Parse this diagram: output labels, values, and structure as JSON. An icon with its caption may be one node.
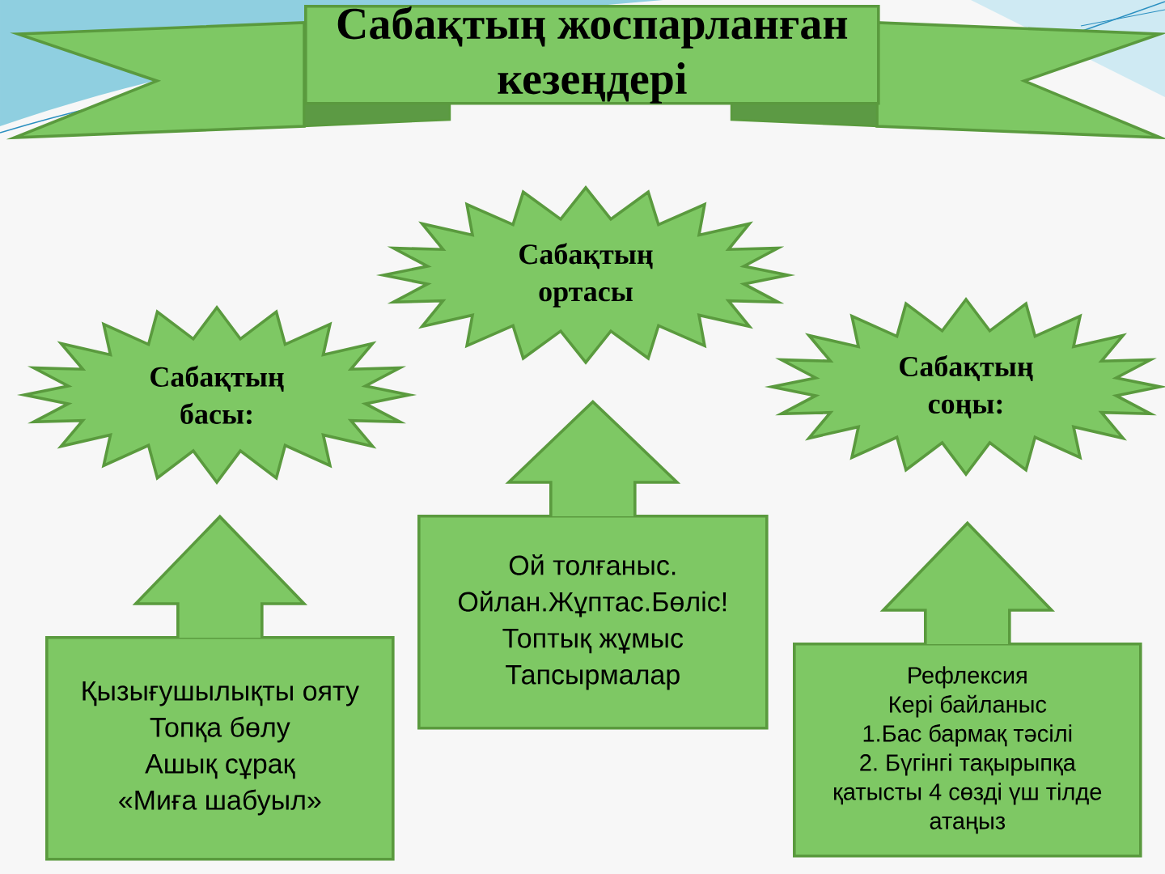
{
  "diagram": {
    "nodes": [
      {
        "text": [
          "Сабақтың жоспарланған кезеңдері"
        ]
      },
      {
        "text": [
          "Сабақтың басы:"
        ]
      },
      {
        "text": [
          "Сабақтың ортасы"
        ]
      },
      {
        "text": [
          "Сабақтың соңы:"
        ]
      },
      {
        "text": [
          "Қызығушылықты ояту",
          "Топқа бөлу",
          "Ашық сұрақ",
          "«Миға шабуыл»"
        ]
      },
      {
        "text": [
          "Ой толғаныс.",
          "Ойлан.Жұптас.Бөліс!",
          "Топтық жұмыс",
          "Тапсырмалар"
        ]
      },
      {
        "text": [
          "Рефлексия",
          "Кері байланыс",
          "1.Бас бармақ тәсілі",
          "2. Бүгінгі тақырыпқа қатысты 4 сөзді үш тілде атаңыз"
        ]
      }
    ],
    "edges": [
      {
        "from": 4,
        "to": 1,
        "arrow": "to"
      },
      {
        "from": 5,
        "to": 2,
        "arrow": "to"
      },
      {
        "from": 6,
        "to": 3,
        "arrow": "to"
      }
    ]
  }
}
